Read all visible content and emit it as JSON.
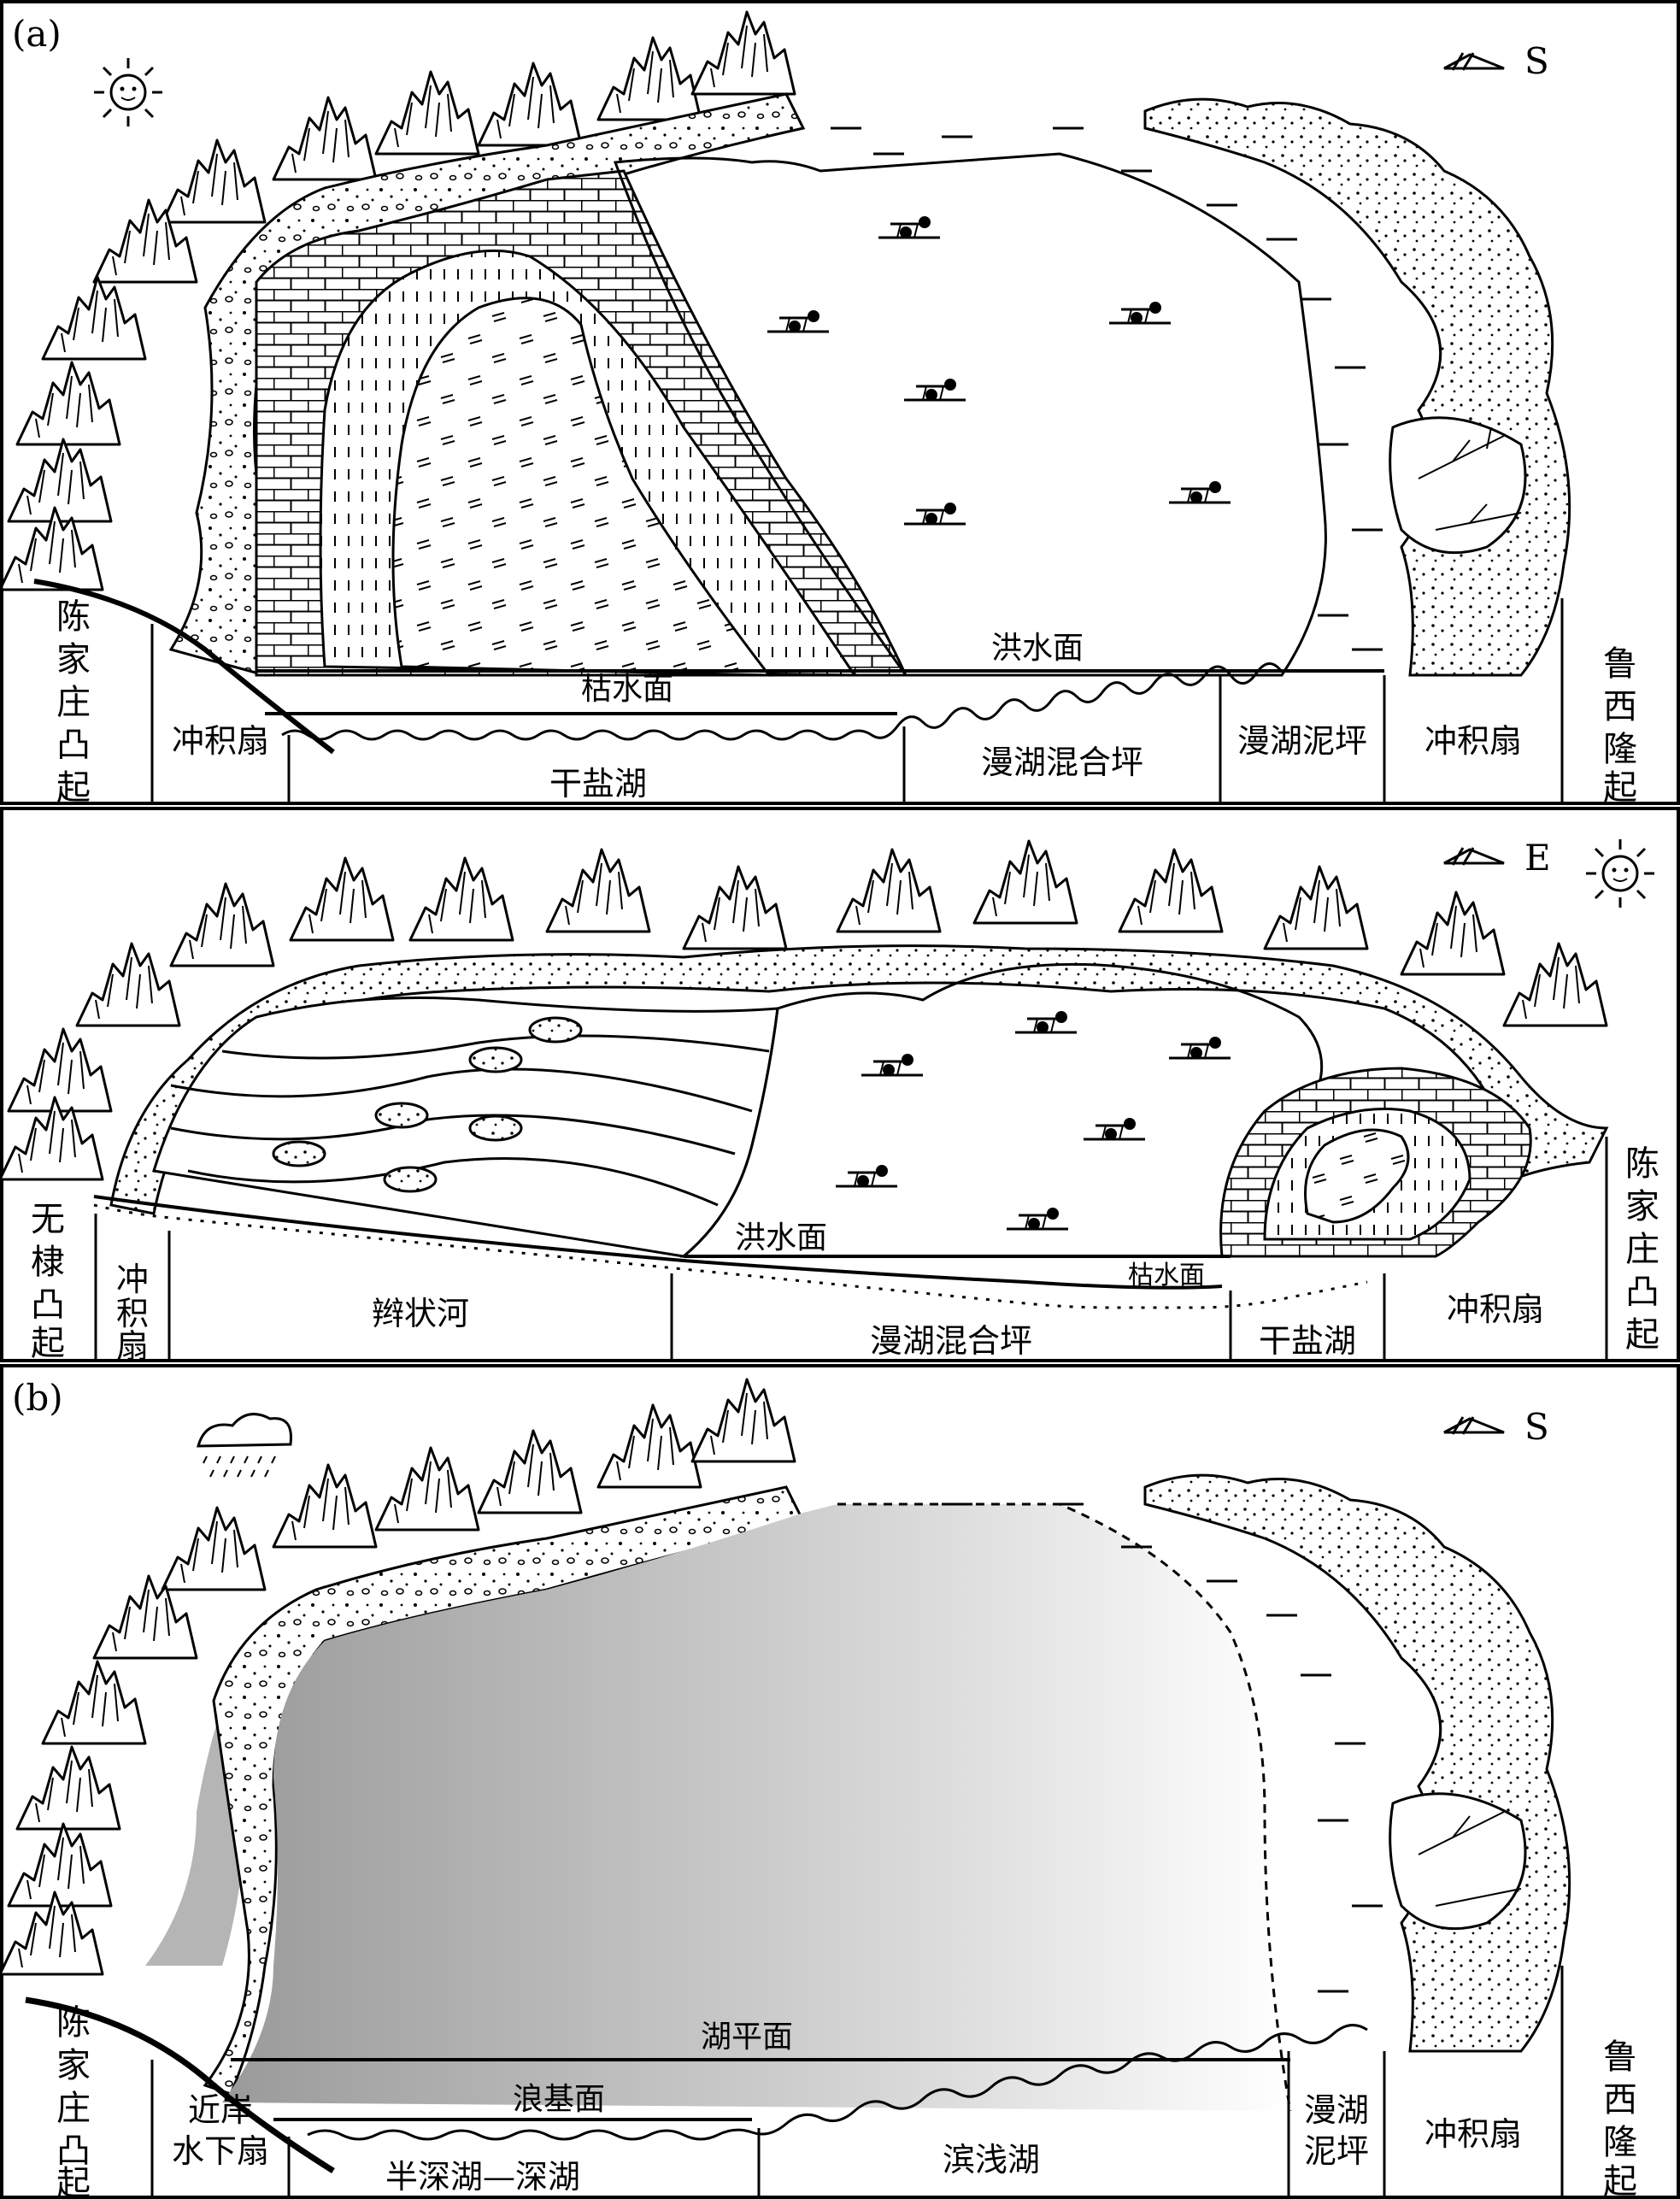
{
  "panel_a": {
    "tag": "(a)",
    "compass": "S",
    "left_block": "陈家庄凸起",
    "right_block": "鲁西隆起",
    "lines": {
      "flood": "洪水面",
      "dry": "枯水面"
    },
    "cells": [
      "冲积扇",
      "干盐湖",
      "漫湖混合坪",
      "漫湖泥坪",
      "冲积扇"
    ]
  },
  "panel_a2": {
    "compass": "E",
    "left_block": "无棣凸起",
    "right_block": "陈家庄凸起",
    "lines": {
      "flood": "洪水面",
      "dry": "枯水面"
    },
    "cells": [
      "冲积扇",
      "辫状河",
      "漫湖混合坪",
      "干盐湖",
      "冲积扇"
    ]
  },
  "panel_b": {
    "tag": "(b)",
    "compass": "S",
    "left_block": "陈家庄凸起",
    "right_block": "鲁西隆起",
    "lines": {
      "lake": "湖平面",
      "wave": "浪基面"
    },
    "cells": [
      "近岸水下扇",
      "半深湖—深湖",
      "滨浅湖",
      "漫湖泥坪",
      "冲积扇"
    ]
  }
}
